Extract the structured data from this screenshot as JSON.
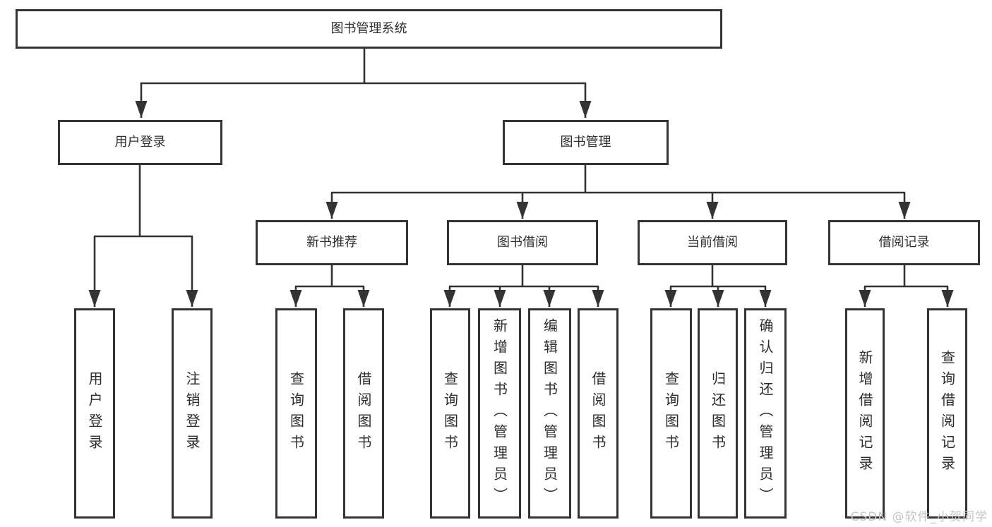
{
  "diagram": {
    "type": "tree",
    "title": "图书管理系统",
    "nodes": {
      "root": "图书管理系统",
      "user_login": "用户登录",
      "book_mgmt": "图书管理",
      "new_book_rec": "新书推荐",
      "book_borrowing": "图书借阅",
      "current_borrowing": "当前借阅",
      "borrowing_records": "借阅记录",
      "ul_user_login": "用户登录",
      "ul_logout": "注销登录",
      "nbr_query_books": "查询图书",
      "nbr_borrow_books": "借阅图书",
      "bb_query_books": "查询图书",
      "bb_add_books": "新增图书（管理员）",
      "bb_edit_books": "编辑图书（管理员）",
      "bb_borrow_books": "借阅图书",
      "cb_query_books": "查询图书",
      "cb_return_books": "归还图书",
      "cb_confirm_return": "确认归还（管理员）",
      "br_add_record": "新增借阅记录",
      "br_query_record": "查询借阅记录"
    },
    "edges": [
      [
        "图书管理系统",
        "用户登录"
      ],
      [
        "图书管理系统",
        "图书管理"
      ],
      [
        "用户登录",
        "用户登录"
      ],
      [
        "用户登录",
        "注销登录"
      ],
      [
        "图书管理",
        "新书推荐"
      ],
      [
        "图书管理",
        "图书借阅"
      ],
      [
        "图书管理",
        "当前借阅"
      ],
      [
        "图书管理",
        "借阅记录"
      ],
      [
        "新书推荐",
        "查询图书"
      ],
      [
        "新书推荐",
        "借阅图书"
      ],
      [
        "图书借阅",
        "查询图书"
      ],
      [
        "图书借阅",
        "新增图书（管理员）"
      ],
      [
        "图书借阅",
        "编辑图书（管理员）"
      ],
      [
        "图书借阅",
        "借阅图书"
      ],
      [
        "当前借阅",
        "查询图书"
      ],
      [
        "当前借阅",
        "归还图书"
      ],
      [
        "当前借阅",
        "确认归还（管理员）"
      ],
      [
        "借阅记录",
        "新增借阅记录"
      ],
      [
        "借阅记录",
        "查询借阅记录"
      ]
    ]
  },
  "watermark": "CSDN @软件_小贺同学",
  "colors": {
    "line": "#333333",
    "text": "#2e2e2e",
    "box_fill": "#ffffff",
    "watermark": "#c6c6c6",
    "background": "#ffffff"
  }
}
